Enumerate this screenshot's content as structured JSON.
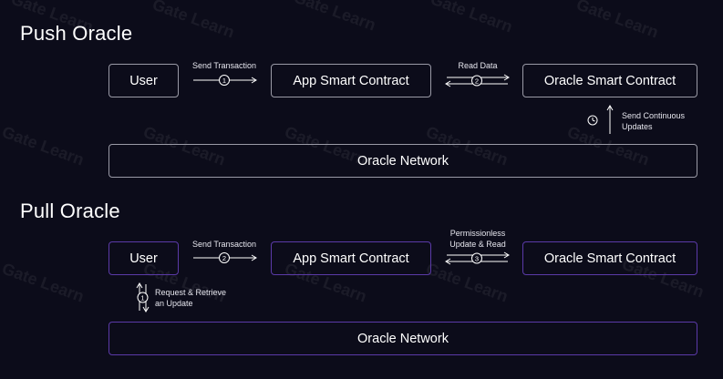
{
  "watermark": "Gate Learn",
  "colors": {
    "background": "#0c0c1a",
    "push_border": "#9a9aa6",
    "pull_border": "#5b3aa8",
    "connector": "#ffffff"
  },
  "push": {
    "title": "Push Oracle",
    "user": "User",
    "app": "App Smart Contract",
    "oracle": "Oracle Smart Contract",
    "network": "Oracle Network",
    "edge1": {
      "label": "Send Transaction",
      "step": "1"
    },
    "edge2": {
      "label": "Read Data",
      "step": "2"
    },
    "edge3": {
      "label_line1": "Send Continuous",
      "label_line2": "Updates",
      "icon": "clock-icon"
    }
  },
  "pull": {
    "title": "Pull Oracle",
    "user": "User",
    "app": "App Smart Contract",
    "oracle": "Oracle Smart Contract",
    "network": "Oracle Network",
    "edge1": {
      "label_line1": "Request & Retrieve",
      "label_line2": "an Update",
      "step": "1"
    },
    "edge2": {
      "label": "Send Transaction",
      "step": "2"
    },
    "edge3": {
      "label_line1": "Permissionless",
      "label_line2": "Update & Read",
      "step": "3"
    }
  }
}
